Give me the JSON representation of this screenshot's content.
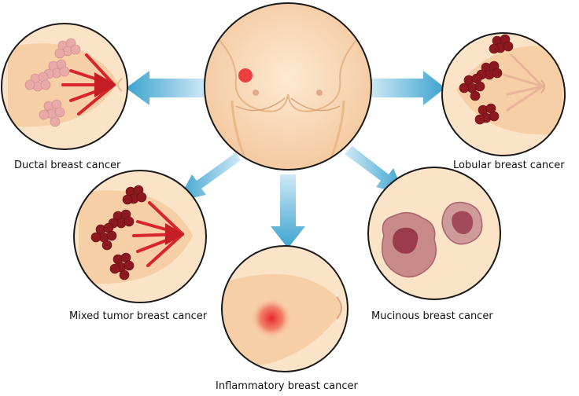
{
  "colors": {
    "background": "#ffffff",
    "skin_light": "#fbe3c8",
    "skin_mid": "#f6cfa6",
    "skin_shadow": "#eab98a",
    "outline": "#1a1a1a",
    "arrow": "#4aa9d3",
    "arrow_light": "#cfe9f5",
    "tumor_red": "#e8242a",
    "lobule_pink": "#e9a9a9",
    "lobule_dark": "#8e1820",
    "duct_red": "#d8242a",
    "mucinous_purple": "#b8707a"
  },
  "center": {
    "name": "torso"
  },
  "panels": [
    {
      "id": "ductal",
      "label": "Ductal breast cancer"
    },
    {
      "id": "lobular",
      "label": "Lobular breast cancer"
    },
    {
      "id": "mixed",
      "label": "Mixed tumor breast cancer"
    },
    {
      "id": "inflammatory",
      "label": "Inflammatory breast cancer"
    },
    {
      "id": "mucinous",
      "label": "Mucinous breast cancer"
    }
  ]
}
